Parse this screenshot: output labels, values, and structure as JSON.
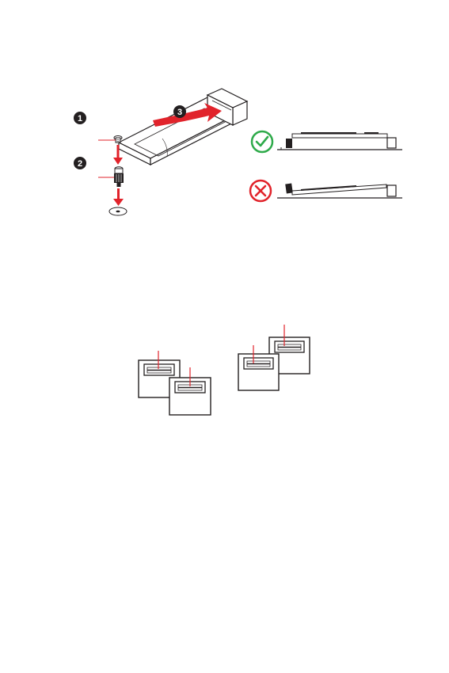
{
  "m2_installation": {
    "steps": [
      "1",
      "2",
      "3"
    ],
    "result_icons": [
      "check-circle-icon",
      "cross-circle-icon"
    ],
    "colors": {
      "arrow": "#e1232b",
      "correct": "#2eaa4a",
      "incorrect": "#e1232b",
      "line": "#231f20",
      "callout_fill": "#231f20"
    }
  },
  "sata_ports": {
    "count": 4,
    "colors": {
      "callout_line": "#e1232b",
      "outline": "#231f20"
    }
  }
}
